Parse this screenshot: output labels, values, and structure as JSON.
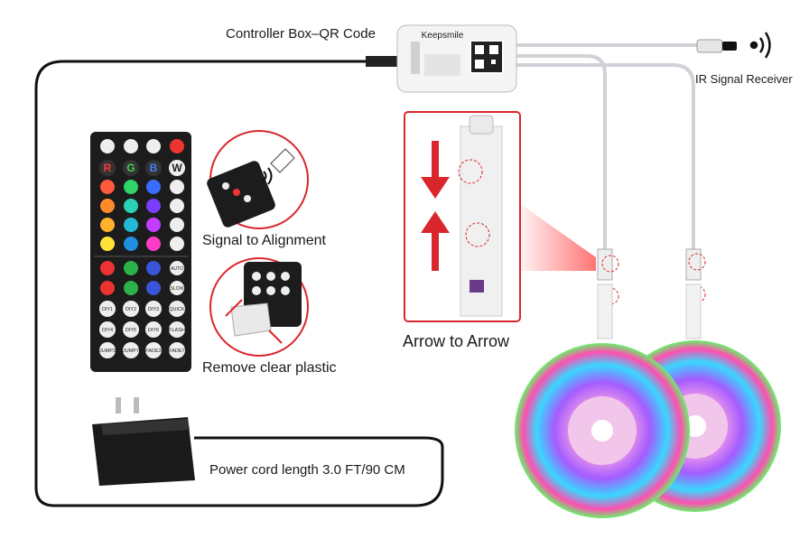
{
  "labels": {
    "controller_box": "Controller Box–QR Code",
    "ir_receiver": "IR Signal Receiver",
    "signal_alignment": "Signal to Alignment",
    "remove_plastic": "Remove clear plastic",
    "arrow_to_arrow": "Arrow to Arrow",
    "power_cord": "Power cord length 3.0 FT/90 CM"
  },
  "controller": {
    "brand": "Keepsmile"
  },
  "remote": {
    "color_keys": [
      "R",
      "G",
      "B",
      "W"
    ],
    "keys_row_a": [
      "DIY1",
      "DIY2",
      "DIY3",
      "QUICK"
    ],
    "keys_row_b": [
      "DIY4",
      "DIY5",
      "DIY6",
      "FLASH"
    ],
    "keys_row_c": [
      "JUMP3",
      "JUMP7",
      "FADE3",
      "FADE7"
    ],
    "side_keys": [
      "AUTO",
      "SLOW"
    ]
  },
  "colors": {
    "red_accent": "#d9262c",
    "remote_body": "#1c1c1c",
    "cable": "#111111"
  }
}
